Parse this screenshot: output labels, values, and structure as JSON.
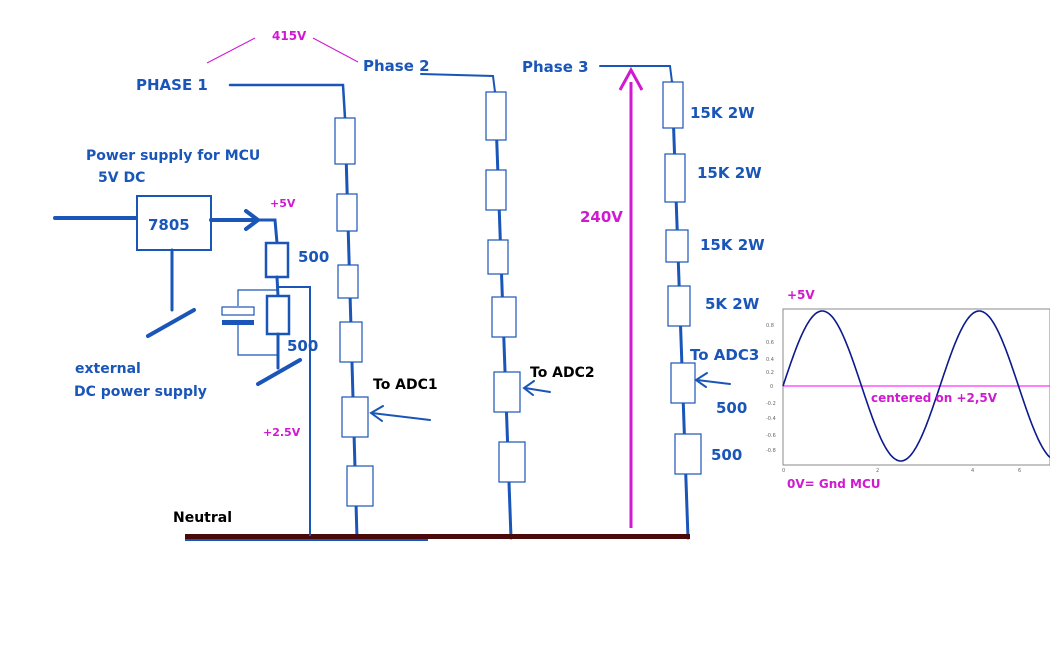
{
  "labels": {
    "phase1": "PHASE 1",
    "phase2": "Phase 2",
    "phase3": "Phase 3",
    "line_voltage": "415V",
    "phase_voltage": "240V",
    "power_supply_line1": "Power supply for MCU",
    "power_supply_line2": "5V DC",
    "regulator": "7805",
    "plus5_supply": "+5V",
    "divider_top": "500",
    "divider_bottom": "500",
    "external_line1": "external",
    "external_line2": "DC power supply",
    "mid_voltage": "+2.5V",
    "neutral": "Neutral",
    "to_adc1": "To ADC1",
    "to_adc2": "To ADC2",
    "to_adc3": "To ADC3",
    "r1": "15K 2W",
    "r2": "15K 2W",
    "r3": "15K 2W",
    "r4": "5K 2W",
    "r5": "500",
    "r6": "500"
  },
  "waveform": {
    "top_label": "+5V",
    "center_label": "centered on +2,5V",
    "bottom_label": "0V= Gnd MCU",
    "y_ticks": [
      "0.8",
      "0.6",
      "0.4",
      "0.2",
      "0",
      "-0.2",
      "-0.4",
      "-0.6",
      "-0.8"
    ],
    "x_ticks": [
      "0",
      "2",
      "4",
      "6"
    ]
  },
  "colors": {
    "circuit": "#1a55b8",
    "annotation": "#d01ad0",
    "neutral_bar": "#4a0a0a",
    "sine": "#0b1a8c",
    "center_line": "#ff33ff"
  }
}
